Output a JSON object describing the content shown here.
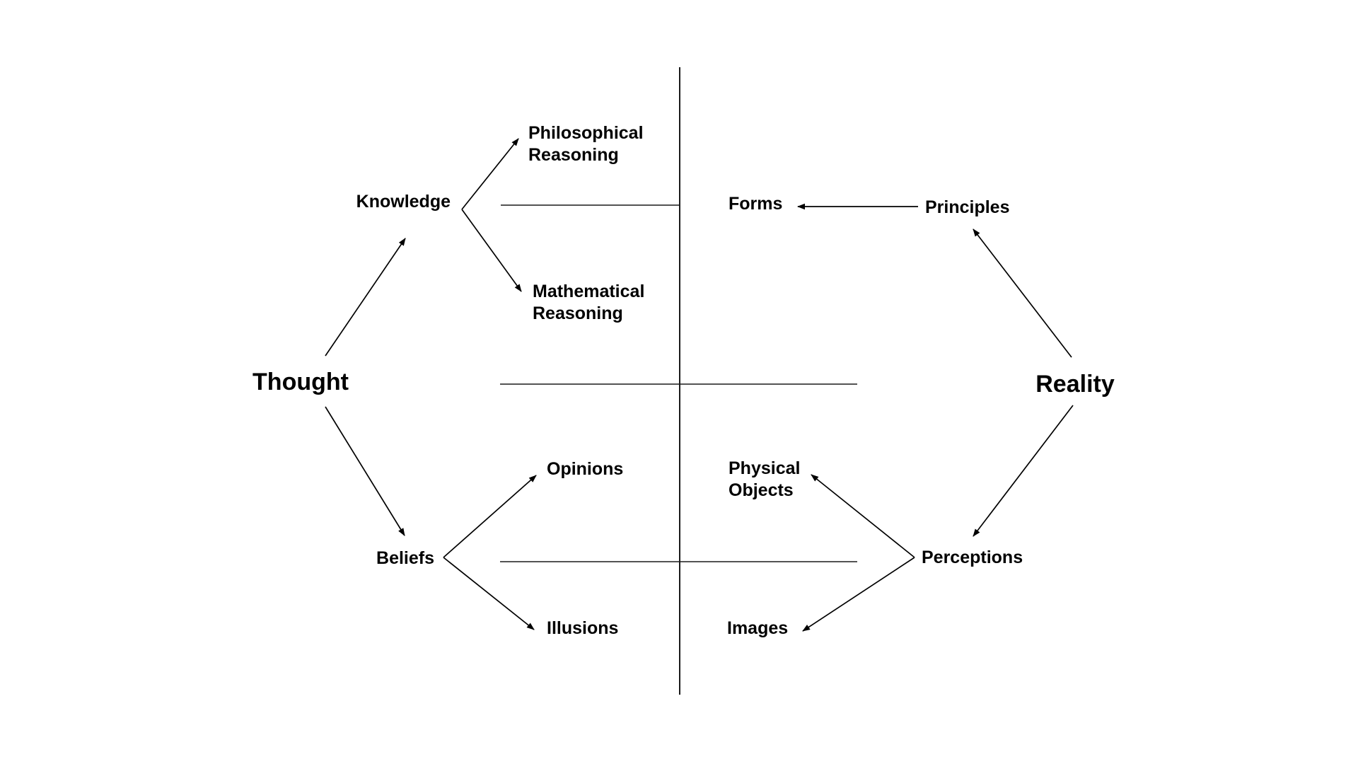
{
  "diagram": {
    "colors": {
      "background": "#ffffff",
      "text": "#000000",
      "line": "#000000"
    },
    "nodes": {
      "thought": {
        "label": "Thought"
      },
      "reality": {
        "label": "Reality"
      },
      "knowledge": {
        "label": "Knowledge"
      },
      "beliefs": {
        "label": "Beliefs"
      },
      "philosophical_reasoning": {
        "line1": "Philosophical",
        "line2": "Reasoning"
      },
      "mathematical_reasoning": {
        "line1": "Mathematical",
        "line2": "Reasoning"
      },
      "opinions": {
        "label": "Opinions"
      },
      "illusions": {
        "label": "Illusions"
      },
      "forms": {
        "label": "Forms"
      },
      "principles": {
        "label": "Principles"
      },
      "physical_objects": {
        "line1": "Physical",
        "line2": "Objects"
      },
      "images": {
        "label": "Images"
      },
      "perceptions": {
        "label": "Perceptions"
      }
    },
    "edges": [
      {
        "from": "Thought",
        "to": "Knowledge"
      },
      {
        "from": "Thought",
        "to": "Beliefs"
      },
      {
        "from": "Knowledge",
        "to": "Philosophical Reasoning"
      },
      {
        "from": "Knowledge",
        "to": "Mathematical Reasoning"
      },
      {
        "from": "Beliefs",
        "to": "Opinions"
      },
      {
        "from": "Beliefs",
        "to": "Illusions"
      },
      {
        "from": "Reality",
        "to": "Principles"
      },
      {
        "from": "Reality",
        "to": "Perceptions"
      },
      {
        "from": "Principles",
        "to": "Forms"
      },
      {
        "from": "Perceptions",
        "to": "Physical Objects"
      },
      {
        "from": "Perceptions",
        "to": "Images"
      }
    ],
    "section_lines": [
      "vertical divider between Thought and Reality halves",
      "Knowledge–Forms level line",
      "Thought–Reality middle line",
      "Beliefs–Perceptions level line"
    ]
  }
}
